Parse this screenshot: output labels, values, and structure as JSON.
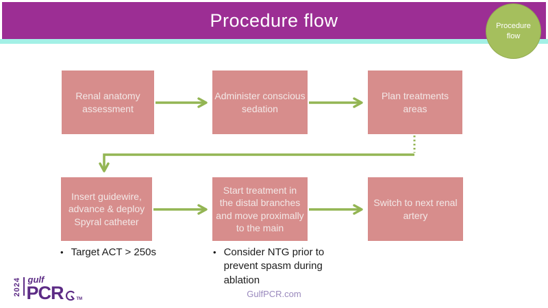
{
  "header": {
    "title": "Procedure flow",
    "badge_label": "Procedure\nflow"
  },
  "flow": {
    "boxes": [
      {
        "label": "Renal anatomy\nassessment"
      },
      {
        "label": "Administer conscious\nsedation"
      },
      {
        "label": "Plan treatments\nareas"
      },
      {
        "label": "Insert guidewire,\nadvance & deploy\nSpyral catheter"
      },
      {
        "label": "Start treatment in\nthe distal branches\nand move proximally\nto the main"
      },
      {
        "label": "Switch to next renal\nartery"
      }
    ]
  },
  "notes": {
    "bullet_char": "•",
    "note1": "Target ACT > 250s",
    "note2": "Consider NTG prior to prevent spasm during ablation"
  },
  "footer": {
    "year": "2024",
    "gulf": "gulf",
    "pcr": "PCR",
    "tm": "TM",
    "logo_icon": "gulfpcr-course-icon",
    "website": "GulfPCR.com"
  },
  "colors": {
    "header_purple": "#9C2E94",
    "teal_accent": "#A3F0E6",
    "badge_green": "#A5BF5D",
    "box_pink": "#D78D8C",
    "box_text": "#F3E8E7",
    "arrow_green": "#93B553",
    "note_text": "#1B1B1B",
    "logo_purple": "#5C2B85",
    "website_purple": "#9A89BD"
  }
}
